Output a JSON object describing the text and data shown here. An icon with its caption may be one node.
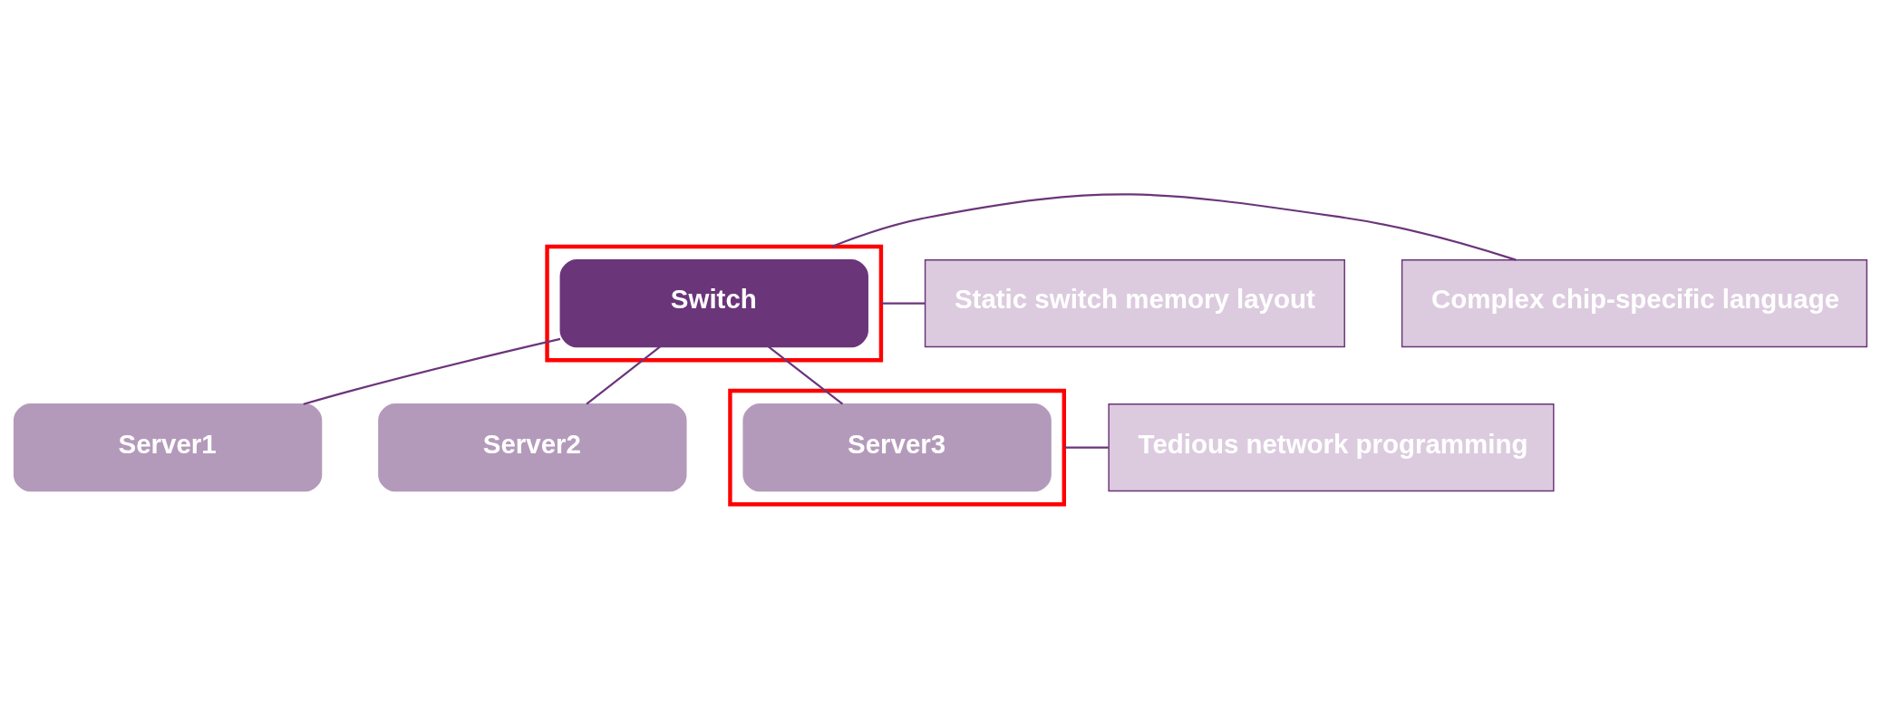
{
  "diagram": {
    "nodes": [
      {
        "text": [],
        "shape": "box"
      },
      {
        "text": [
          "Switch"
        ],
        "in": 0
      },
      {
        "text": [
          "Server1"
        ]
      },
      {
        "text": [
          "Server2"
        ]
      },
      {
        "text": [],
        "shape": "box"
      },
      {
        "text": [
          "Server3"
        ],
        "in": 4
      },
      {
        "text": [
          "Static switch memory layout"
        ]
      },
      {
        "text": [
          "Complex chip-specific language"
        ]
      },
      {
        "text": [
          "Tedious network programming"
        ]
      }
    ],
    "edges": [
      {
        "from": 1,
        "to": 2,
        "arrow": "none"
      },
      {
        "from": 1,
        "to": 3,
        "arrow": "none"
      },
      {
        "from": 1,
        "to": 5,
        "arrow": "none"
      },
      {
        "from": 0,
        "to": 6,
        "arrow": "none"
      },
      {
        "from": 0,
        "to": 7,
        "arrow": "none"
      },
      {
        "from": 4,
        "to": 8,
        "arrow": "none"
      }
    ]
  }
}
